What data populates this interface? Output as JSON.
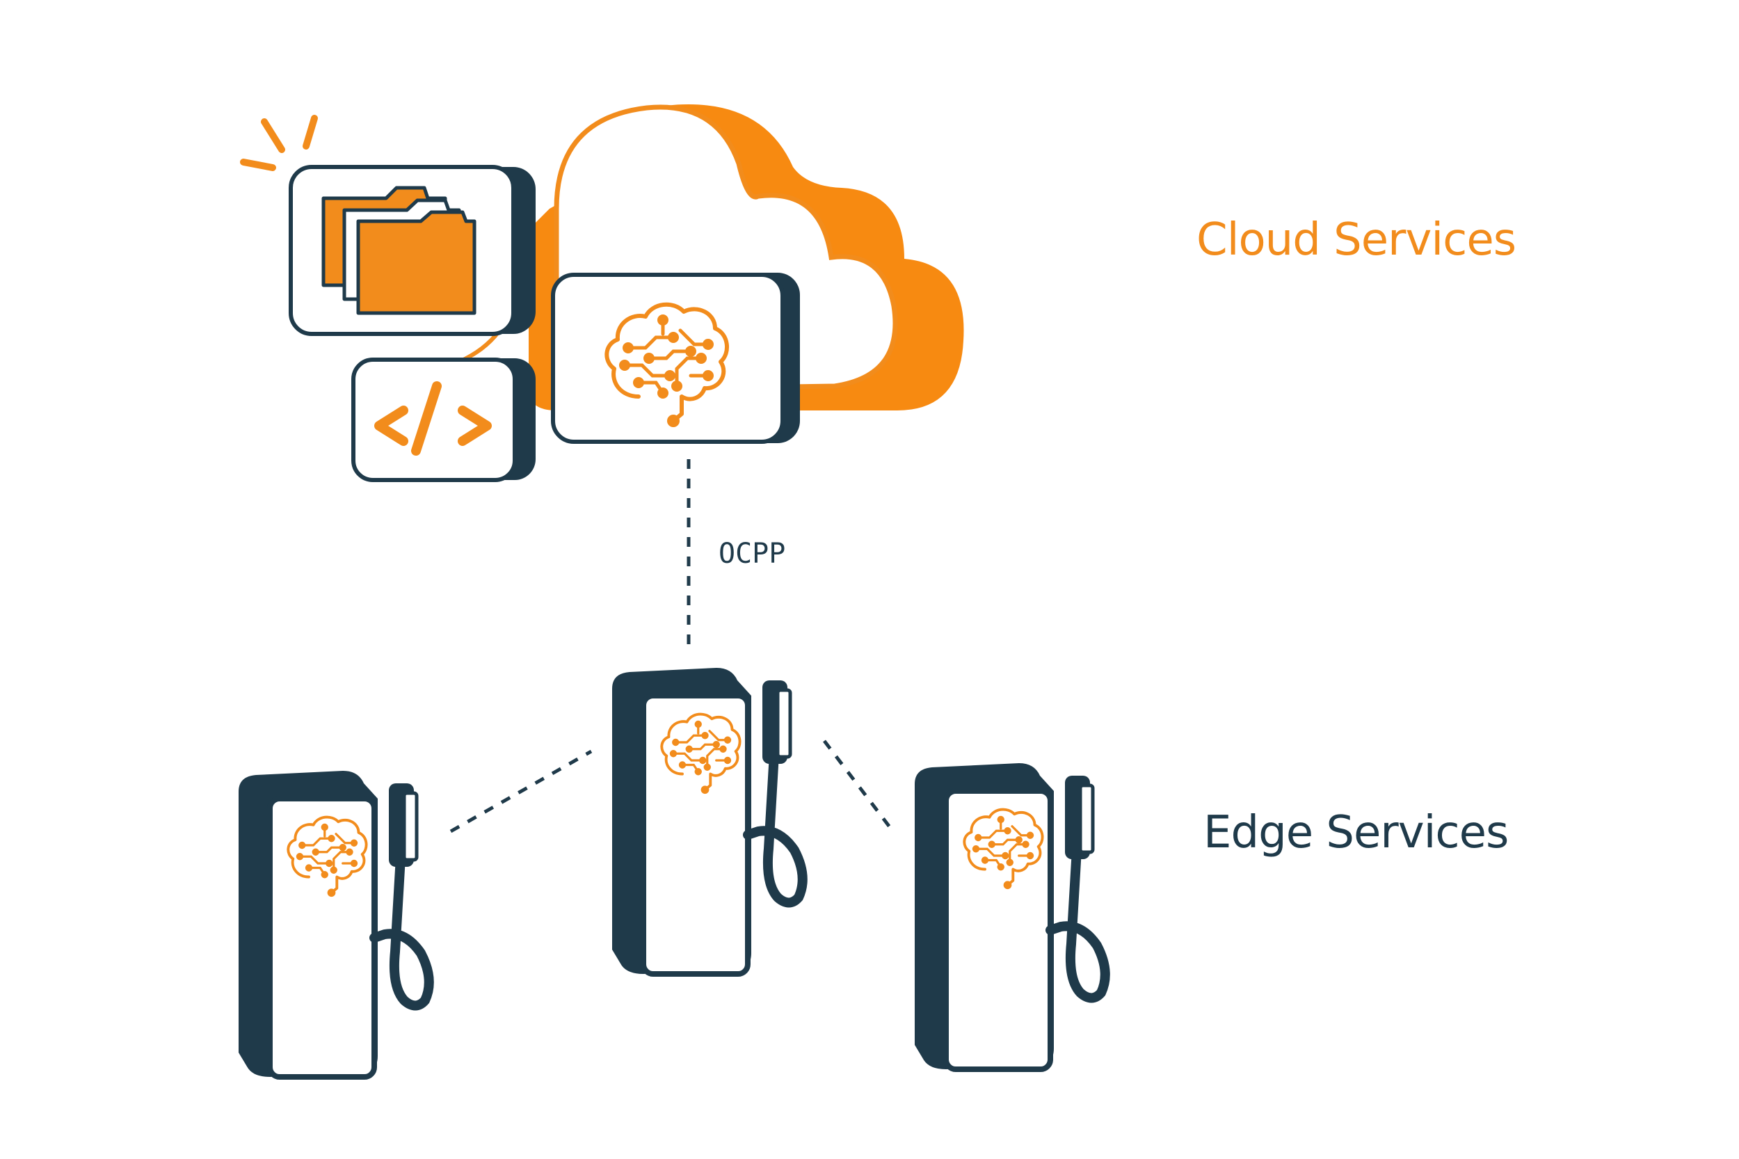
{
  "labels": {
    "cloud": "Cloud Services",
    "edge": "Edge Services",
    "protocol": "OCPP"
  },
  "colors": {
    "orange": "#f28c1c",
    "orange_dark": "#f78a11",
    "navy": "#1f3a4a",
    "background": "#ffffff"
  },
  "icons": {
    "cloud": "cloud-icon",
    "folders": "folders-icon",
    "code": "code-icon",
    "brain": "circuit-brain-icon",
    "charger": "ev-charger-icon",
    "spark": "spark-icon"
  }
}
